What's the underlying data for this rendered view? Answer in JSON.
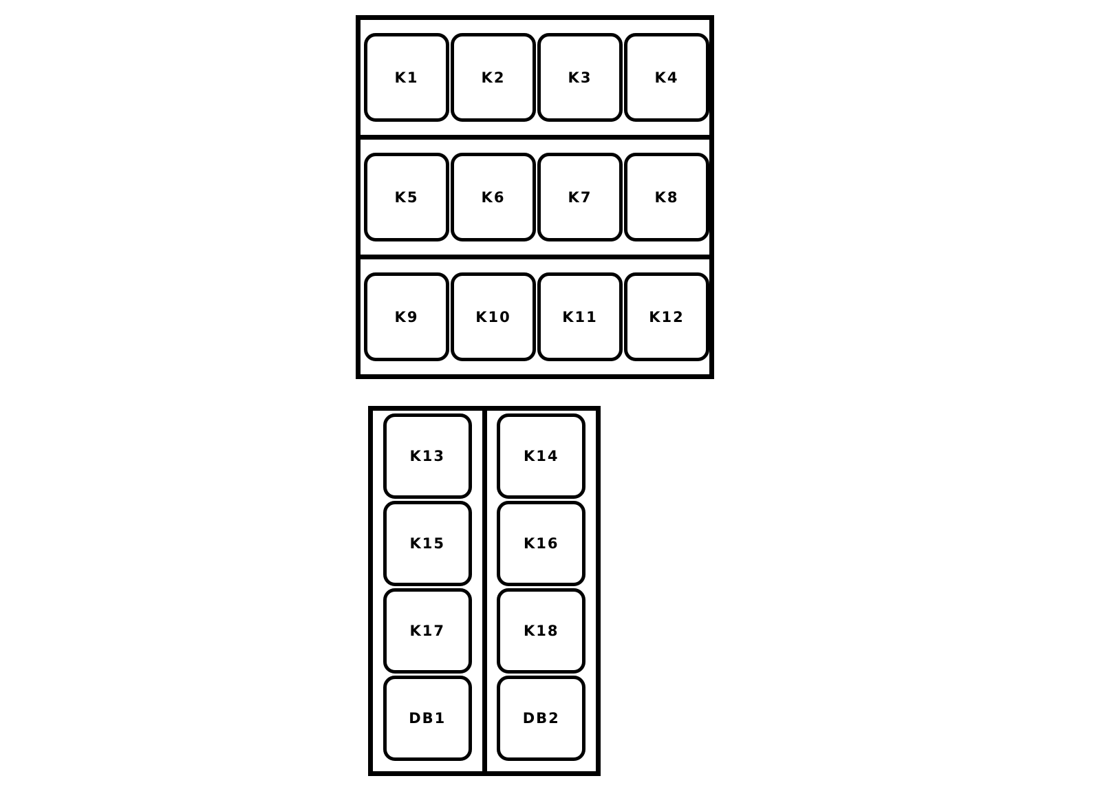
{
  "colors": {
    "background": "#ffffff",
    "border": "#000000",
    "key_fill": "#ffffff",
    "key_border": "#000000",
    "label": "#000000"
  },
  "diagram": {
    "title": "",
    "panels": [
      {
        "name": "upper-keypad-panel",
        "layout": "rows",
        "rows": [
          {
            "name": "row-1",
            "keys": [
              {
                "label": "K1"
              },
              {
                "label": "K2"
              },
              {
                "label": "K3"
              },
              {
                "label": "K4"
              }
            ]
          },
          {
            "name": "row-2",
            "keys": [
              {
                "label": "K5"
              },
              {
                "label": "K6"
              },
              {
                "label": "K7"
              },
              {
                "label": "K8"
              }
            ]
          },
          {
            "name": "row-3",
            "keys": [
              {
                "label": "K9"
              },
              {
                "label": "K10"
              },
              {
                "label": "K11"
              },
              {
                "label": "K12"
              }
            ]
          }
        ]
      },
      {
        "name": "lower-keypad-panel",
        "layout": "columns",
        "columns": [
          {
            "name": "column-1",
            "keys": [
              {
                "label": "K13"
              },
              {
                "label": "K15"
              },
              {
                "label": "K17"
              },
              {
                "label": "DB1"
              }
            ]
          },
          {
            "name": "column-2",
            "keys": [
              {
                "label": "K14"
              },
              {
                "label": "K16"
              },
              {
                "label": "K18"
              },
              {
                "label": "DB2"
              }
            ]
          }
        ]
      }
    ]
  }
}
